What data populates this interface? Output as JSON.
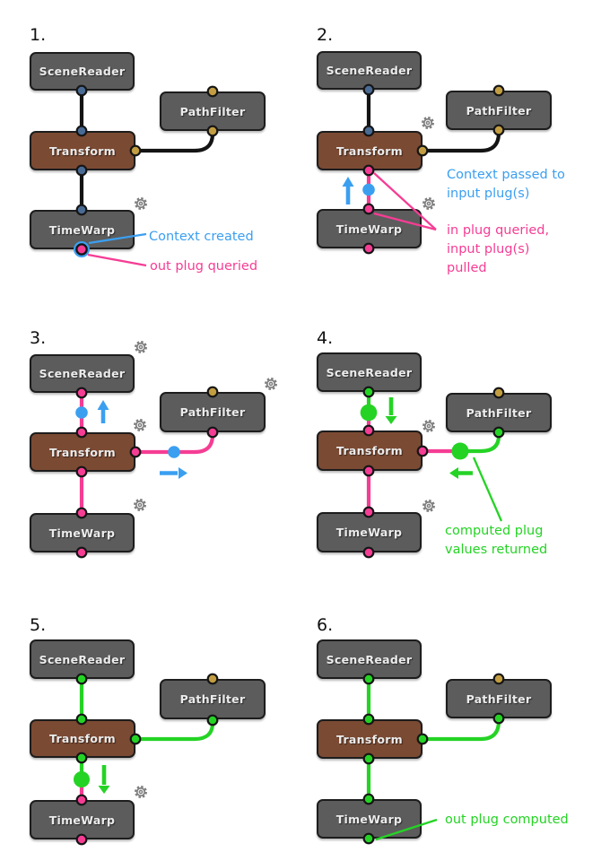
{
  "colors": {
    "pink": "#f53d94",
    "blue": "#3b9ff0",
    "green": "#25d325",
    "gold": "#c29d41",
    "steel_blue": "#4a6b94",
    "node_gray": "#5c5c5c",
    "node_brown": "#7b4a33",
    "wire_black": "#141414",
    "gear_gray": "#7e7e7e"
  },
  "node_labels": {
    "scene_reader": "SceneReader",
    "path_filter": "PathFilter",
    "transform": "Transform",
    "time_warp": "TimeWarp"
  },
  "icons": {
    "gear": "settings-gear"
  },
  "panels": [
    {
      "number": "1.",
      "annotations": [
        {
          "text": "Context created",
          "color": "blue"
        },
        {
          "text": "out plug queried",
          "color": "pink"
        }
      ]
    },
    {
      "number": "2.",
      "annotations": [
        {
          "text": "Context passed to\ninput plug(s)",
          "color": "blue"
        },
        {
          "text": "in plug queried,\ninput plug(s)\npulled",
          "color": "pink"
        }
      ]
    },
    {
      "number": "3.",
      "annotations": []
    },
    {
      "number": "4.",
      "annotations": [
        {
          "text": "computed plug\nvalues returned",
          "color": "green"
        }
      ]
    },
    {
      "number": "5.",
      "annotations": []
    },
    {
      "number": "6.",
      "annotations": [
        {
          "text": "out plug computed",
          "color": "green"
        }
      ]
    }
  ]
}
